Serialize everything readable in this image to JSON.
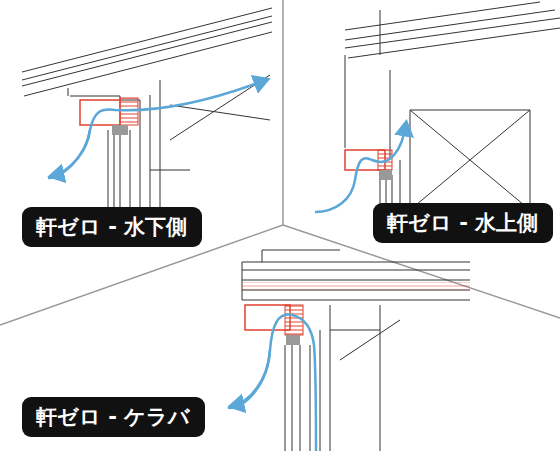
{
  "diagram": {
    "nodes": [
      {
        "text": [
          "軒ゼロ - 水下側"
        ]
      },
      {
        "text": [
          "軒ゼロ - 水上側"
        ]
      },
      {
        "text": [
          "軒ゼロ - ケラバ"
        ]
      }
    ]
  }
}
